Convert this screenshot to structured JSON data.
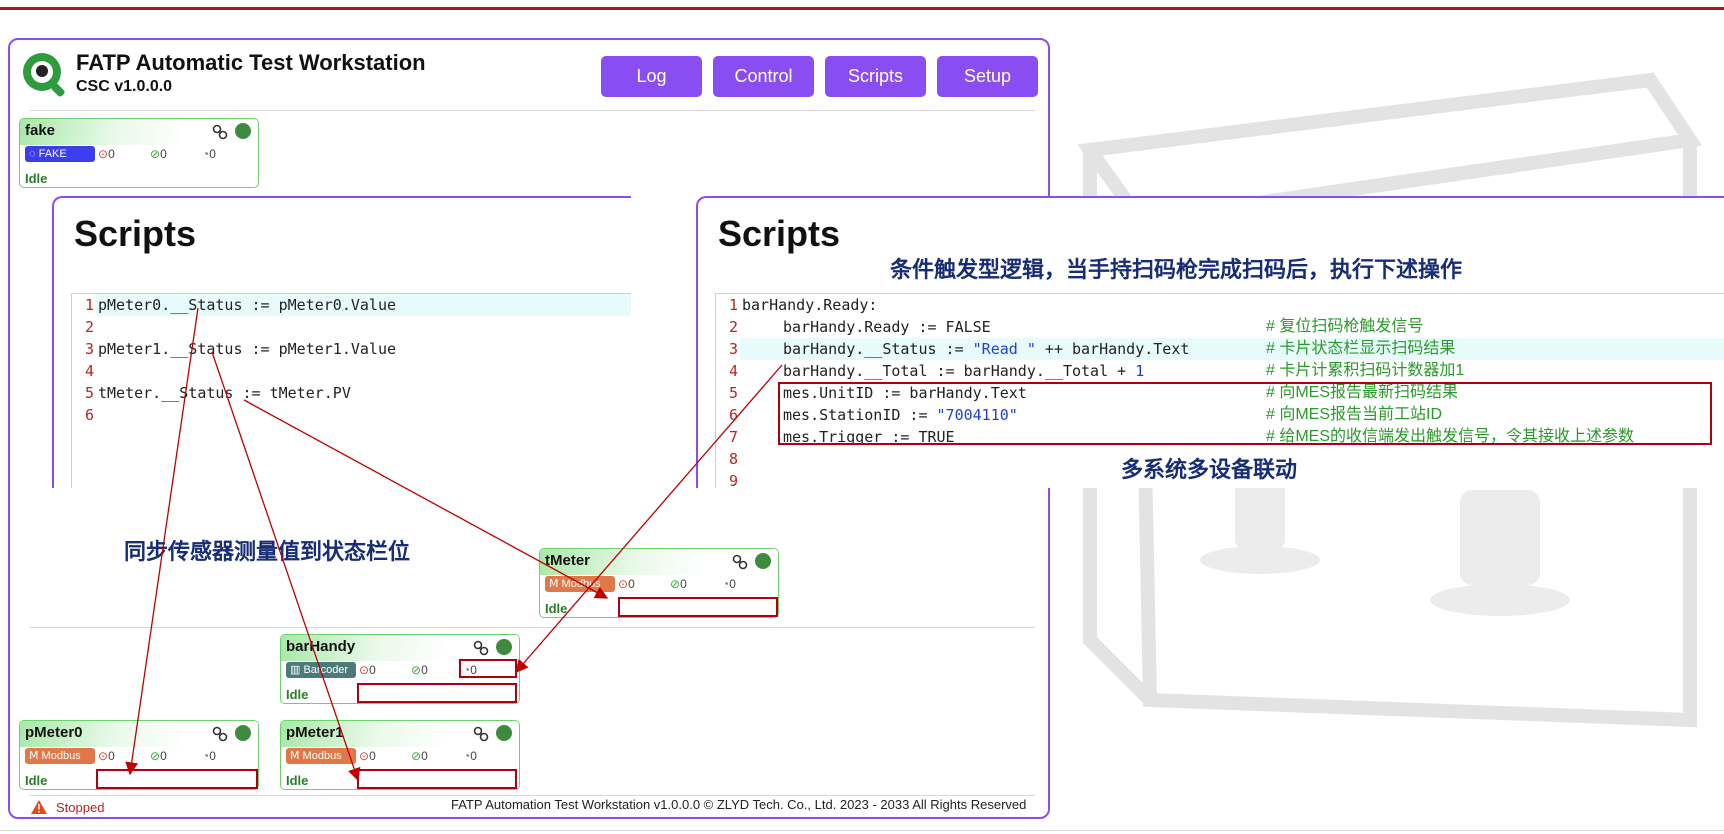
{
  "app": {
    "title": "FATP Automatic Test Workstation",
    "version": "CSC v1.0.0.0",
    "nav": [
      "Log",
      "Control",
      "Scripts",
      "Setup"
    ],
    "footer": "FATP Automation Test Workstation v1.0.0.0 © ZLYD Tech. Co., Ltd. 2023 - 2033 All Rights Reserved",
    "status": "Stopped"
  },
  "devices": {
    "fake": {
      "name": "fake",
      "type": "FAKE",
      "type_color": "#3d3df0",
      "err": "0",
      "ok": "0",
      "time": "0",
      "state": "Idle"
    },
    "tMeter": {
      "name": "tMeter",
      "type": "Modbus",
      "type_color": "#e0784a",
      "err": "0",
      "ok": "0",
      "time": "0",
      "state": "Idle"
    },
    "barHandy": {
      "name": "barHandy",
      "type": "Barcoder",
      "type_color": "#4a7a7a",
      "err": "0",
      "ok": "0",
      "time": "0",
      "state": "Idle"
    },
    "pMeter0": {
      "name": "pMeter0",
      "type": "Modbus",
      "type_color": "#e0784a",
      "err": "0",
      "ok": "0",
      "time": "0",
      "state": "Idle"
    },
    "pMeter1": {
      "name": "pMeter1",
      "type": "Modbus",
      "type_color": "#e0784a",
      "err": "0",
      "ok": "0",
      "time": "0",
      "state": "Idle"
    }
  },
  "scripts_left": {
    "title": "Scripts",
    "lines": [
      {
        "num": "1",
        "code": "pMeter0.__Status := pMeter0.Value"
      },
      {
        "num": "2",
        "code": ""
      },
      {
        "num": "3",
        "code": "pMeter1.__Status := pMeter1.Value"
      },
      {
        "num": "4",
        "code": ""
      },
      {
        "num": "5",
        "code": "tMeter.__Status := tMeter.PV"
      },
      {
        "num": "6",
        "code": ""
      }
    ]
  },
  "scripts_right": {
    "title": "Scripts",
    "lines": [
      {
        "num": "1",
        "pre": "barHandy.Ready:",
        "str": "",
        "post": "",
        "comment": ""
      },
      {
        "num": "2",
        "pre": "barHandy.Ready := FALSE",
        "str": "",
        "post": "",
        "comment": "# 复位扫码枪触发信号"
      },
      {
        "num": "3",
        "pre": "barHandy.__Status := ",
        "str": "\"Read \"",
        "post": " ++ barHandy.Text",
        "comment": "# 卡片状态栏显示扫码结果"
      },
      {
        "num": "4",
        "pre": "barHandy.__Total := barHandy.__Total + ",
        "str": "1",
        "post": "",
        "comment": "# 卡片计累积扫码计数器加1"
      },
      {
        "num": "5",
        "pre": "mes.UnitID := barHandy.Text",
        "str": "",
        "post": "",
        "comment": "# 向MES报告最新扫码结果"
      },
      {
        "num": "6",
        "pre": "mes.StationID := ",
        "str": "\"7004110\"",
        "post": "",
        "comment": "# 向MES报告当前工站ID"
      },
      {
        "num": "7",
        "pre": "mes.Trigger := TRUE",
        "str": "",
        "post": "",
        "comment": "# 给MES的收信端发出触发信号，令其接收上述参数"
      },
      {
        "num": "8",
        "pre": "",
        "str": "",
        "post": "",
        "comment": ""
      },
      {
        "num": "9",
        "pre": "",
        "str": "",
        "post": "",
        "comment": ""
      }
    ]
  },
  "annotations": {
    "condition": "条件触发型逻辑，当手持扫码枪完成扫码后，执行下述操作",
    "multi": "多系统多设备联动",
    "sync": "同步传感器测量值到状态栏位"
  },
  "colors": {
    "accent": "#8a4df2",
    "card_border": "#6cd36c",
    "arrow": "#c00000",
    "annotation": "#172d75"
  }
}
